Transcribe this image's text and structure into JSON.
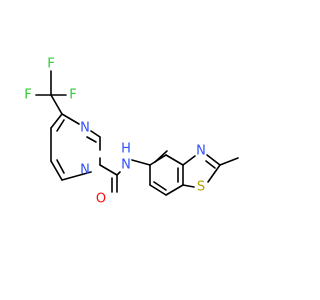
{
  "colors": {
    "background": "#ffffff",
    "bond": "#000000",
    "F": "#33cc33",
    "N": "#3050f8",
    "O": "#ff0d0d",
    "S": "#b2a200"
  },
  "atoms": {
    "f_top": "F",
    "f_left": "F",
    "f_right": "F",
    "n_pyrimidine_top": "N",
    "n_pyrimidine_bottom": "N",
    "o_carbonyl": "O",
    "nh_amide": "N",
    "h_amide": "H",
    "n_thiazole": "N",
    "s_thiazole": "S"
  }
}
